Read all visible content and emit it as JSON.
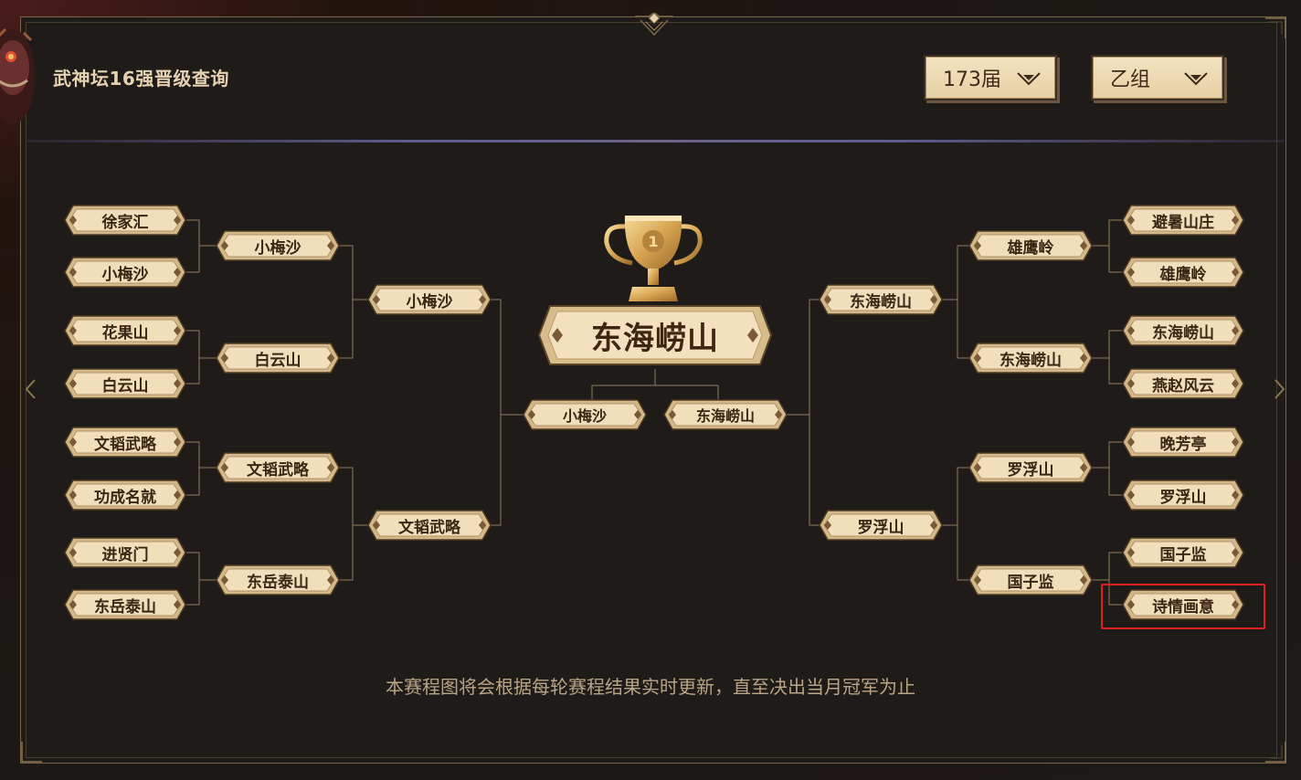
{
  "header": {
    "title": "武神坛16强晋级查询",
    "season_select": "173届",
    "group_select": "乙组"
  },
  "colors": {
    "accent": "#e6cfa3",
    "frame": "#7a6549",
    "highlight": "#e02020"
  },
  "bracket": {
    "left": {
      "round16": [
        "徐家汇",
        "小梅沙",
        "花果山",
        "白云山",
        "文韬武略",
        "功成名就",
        "进贤门",
        "东岳泰山"
      ],
      "round8": [
        "小梅沙",
        "白云山",
        "文韬武略",
        "东岳泰山"
      ],
      "round4": [
        "小梅沙",
        "文韬武略"
      ]
    },
    "right": {
      "round16": [
        "避暑山庄",
        "雄鹰岭",
        "东海崂山",
        "燕赵风云",
        "晚芳亭",
        "罗浮山",
        "国子监",
        "诗情画意"
      ],
      "round8": [
        "雄鹰岭",
        "东海崂山",
        "罗浮山",
        "国子监"
      ],
      "round4": [
        "东海崂山",
        "罗浮山"
      ]
    },
    "final": [
      "小梅沙",
      "东海崂山"
    ],
    "champion": "东海崂山"
  },
  "footnote": "本赛程图将会根据每轮赛程结果实时更新，直至决出当月冠军为止"
}
